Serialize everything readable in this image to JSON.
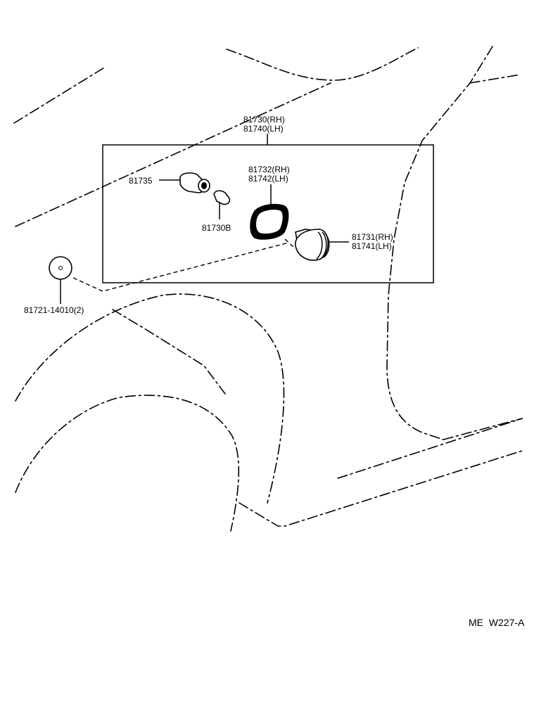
{
  "labels": {
    "assembly_rh": "81730(RH)",
    "assembly_lh": "81740(LH)",
    "socket": "81735",
    "bulb": "81730B",
    "gasket_rh": "81732(RH)",
    "gasket_lh": "81742(LH)",
    "lens_rh": "81731(RH)",
    "lens_lh": "81741(LH)",
    "clip": "81721-14010(2)"
  },
  "reference_code": "ME  W227-A"
}
